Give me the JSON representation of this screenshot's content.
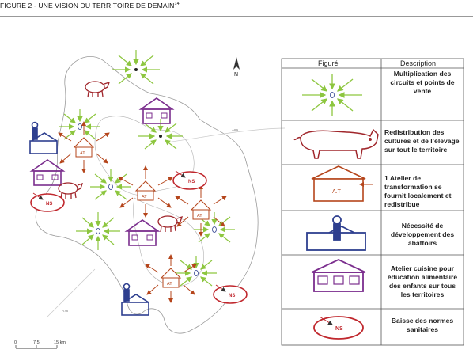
{
  "figure_title": {
    "main": "FIGURE 2 - UNE VISION DU TERRITOIRE DE DEMAIN",
    "footnote_marker": "14"
  },
  "map": {
    "north_label": "N",
    "scale_labels": [
      "0",
      "7.5",
      "15 km"
    ],
    "road_labels": [
      "A89",
      "A78"
    ],
    "workshop_label": "AT",
    "ns_label": "NS"
  },
  "legend": {
    "headers": {
      "symbol": "Figuré",
      "description": "Description"
    },
    "rows": [
      {
        "icon": "sales-points-arrows-icon",
        "description": "Multiplication des circuits et points de vente"
      },
      {
        "icon": "pig-icon",
        "description": "Redistribution des cultures et de l’élevage sur tout le territoire"
      },
      {
        "icon": "workshop-house-icon",
        "icon_label": "A.T",
        "description": "1 Atelier de transformation se fournit localement et redistribue"
      },
      {
        "icon": "abattoir-icon",
        "description": "Nécessité de développement des abattoirs"
      },
      {
        "icon": "kitchen-workshop-icon",
        "description": "Atelier cuisine pour éducation alimentaire des enfants sur tous les territoires"
      },
      {
        "icon": "norms-ellipse-icon",
        "icon_label": "NS",
        "description": "Baisse des normes sanitaires"
      }
    ]
  },
  "colors": {
    "green_arrows": "#8dc63f",
    "red_arrows": "#b5451b",
    "pig_red": "#a0262b",
    "house_purple": "#7b2e8e",
    "abattoir_blue": "#2e3f8f",
    "workshop_brown": "#b5451b",
    "ns_red": "#c0272d",
    "border_grey": "#9a9a9a"
  }
}
